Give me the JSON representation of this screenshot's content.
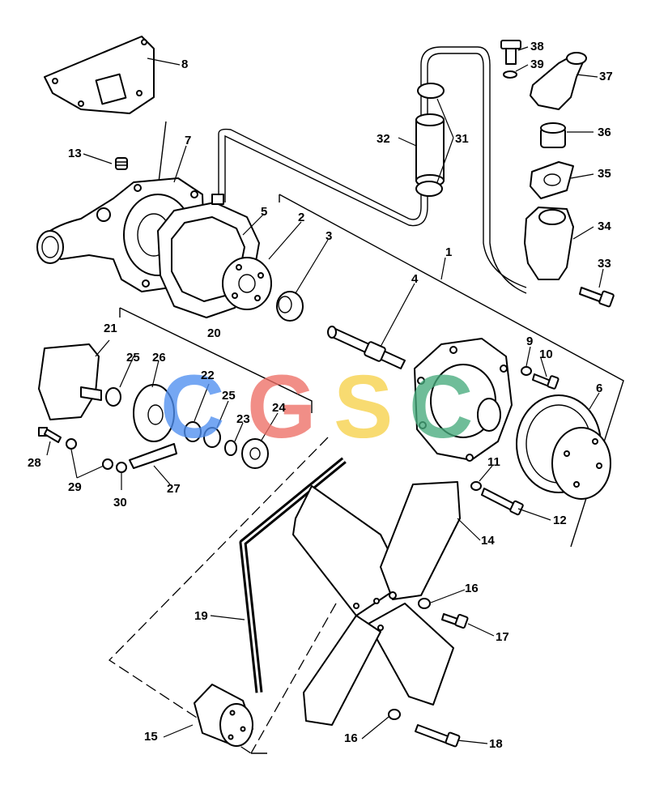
{
  "callouts": [
    {
      "id": "c1",
      "text": "1"
    },
    {
      "id": "c2",
      "text": "2"
    },
    {
      "id": "c3",
      "text": "3"
    },
    {
      "id": "c4",
      "text": "4"
    },
    {
      "id": "c5",
      "text": "5"
    },
    {
      "id": "c6",
      "text": "6"
    },
    {
      "id": "c7",
      "text": "7"
    },
    {
      "id": "c8",
      "text": "8"
    },
    {
      "id": "c9",
      "text": "9"
    },
    {
      "id": "c10",
      "text": "10"
    },
    {
      "id": "c11",
      "text": "11"
    },
    {
      "id": "c12",
      "text": "12"
    },
    {
      "id": "c13",
      "text": "13"
    },
    {
      "id": "c14",
      "text": "14"
    },
    {
      "id": "c15",
      "text": "15"
    },
    {
      "id": "c16a",
      "text": "16"
    },
    {
      "id": "c16b",
      "text": "16"
    },
    {
      "id": "c17",
      "text": "17"
    },
    {
      "id": "c18",
      "text": "18"
    },
    {
      "id": "c19",
      "text": "19"
    },
    {
      "id": "c20",
      "text": "20"
    },
    {
      "id": "c21",
      "text": "21"
    },
    {
      "id": "c22",
      "text": "22"
    },
    {
      "id": "c23",
      "text": "23"
    },
    {
      "id": "c24",
      "text": "24"
    },
    {
      "id": "c25a",
      "text": "25"
    },
    {
      "id": "c25b",
      "text": "25"
    },
    {
      "id": "c26",
      "text": "26"
    },
    {
      "id": "c27",
      "text": "27"
    },
    {
      "id": "c28",
      "text": "28"
    },
    {
      "id": "c29",
      "text": "29"
    },
    {
      "id": "c30",
      "text": "30"
    },
    {
      "id": "c31",
      "text": "31"
    },
    {
      "id": "c32",
      "text": "32"
    },
    {
      "id": "c33",
      "text": "33"
    },
    {
      "id": "c34",
      "text": "34"
    },
    {
      "id": "c35",
      "text": "35"
    },
    {
      "id": "c36",
      "text": "36"
    },
    {
      "id": "c37",
      "text": "37"
    },
    {
      "id": "c38",
      "text": "38"
    },
    {
      "id": "c39",
      "text": "39"
    }
  ],
  "watermark": {
    "letters": [
      {
        "char": "C",
        "color": "#4f8ff0"
      },
      {
        "char": "G",
        "color": "#ee6f66"
      },
      {
        "char": "S",
        "color": "#f7d24a"
      },
      {
        "char": "C",
        "color": "#47ab7d"
      }
    ]
  }
}
